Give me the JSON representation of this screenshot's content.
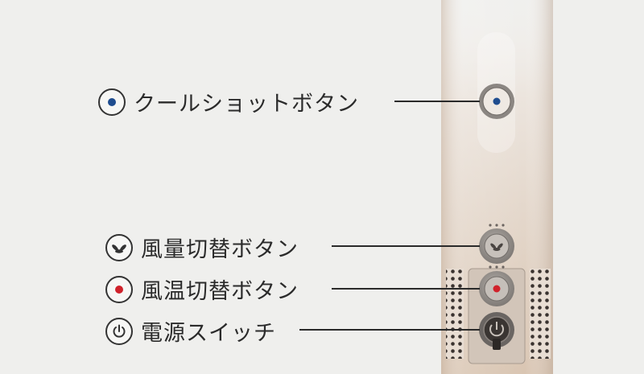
{
  "callouts": [
    {
      "key": "cool_shot",
      "icon": "dot-icon",
      "dot_color": "#1f4d8f",
      "text": "クールショットボタン"
    },
    {
      "key": "fan_speed",
      "icon": "fan-icon",
      "text": "風量切替ボタン"
    },
    {
      "key": "heat_temp",
      "icon": "dot-icon",
      "dot_color": "#d0222b",
      "text": "風温切替ボタン"
    },
    {
      "key": "power",
      "icon": "power-icon",
      "text": "電源スイッチ"
    }
  ],
  "colors": {
    "background": "#efefed",
    "body_top": "#f3f0ec",
    "body_bottom": "#dcc8b6",
    "button_ring": "#8c8783",
    "cool_dot": "#1f4d8f",
    "heat_dot": "#d0222b"
  }
}
